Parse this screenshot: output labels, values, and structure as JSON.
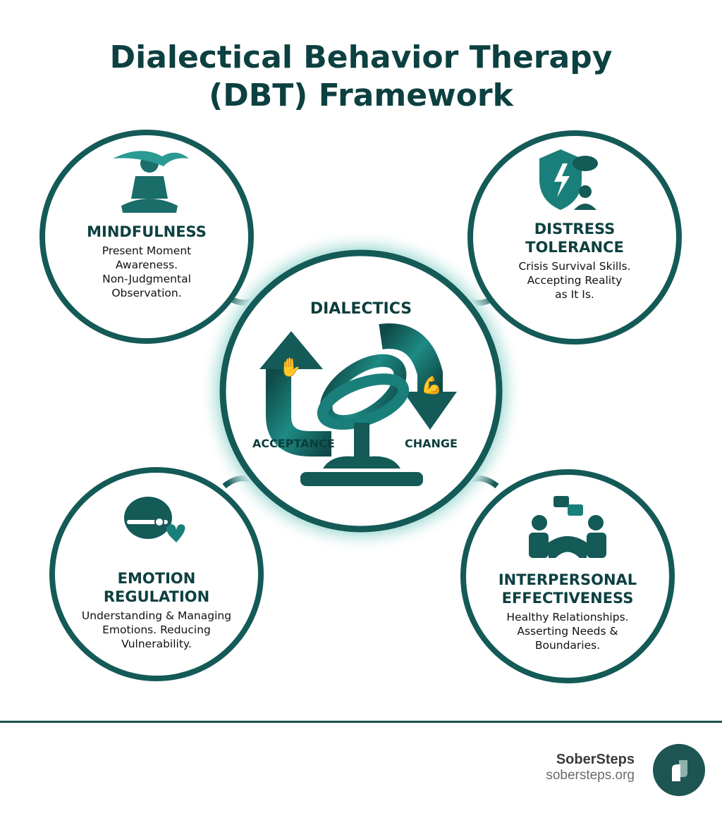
{
  "title": {
    "line1": "Dialectical Behavior Therapy",
    "line2": "(DBT) Framework"
  },
  "center": {
    "heading": "DIALECTICS",
    "left_label": "ACCEPTANCE",
    "right_label": "CHANGE",
    "icons": [
      "raised-hand-icon",
      "flexed-arm-icon",
      "linked-rings-icon",
      "balance-stand-icon"
    ]
  },
  "nodes": [
    {
      "heading": "MINDFULNESS",
      "desc": [
        "Present Moment",
        "Awareness.",
        "Non-Judgmental",
        "Observation."
      ],
      "icon": "meditation-icon"
    },
    {
      "heading": [
        "DISTRESS",
        "TOLERANCE"
      ],
      "desc": [
        "Crisis Survival Skills.",
        "Accepting Reality",
        "as It Is."
      ],
      "icon": "shield-storm-icon"
    },
    {
      "heading": [
        "EMOTION",
        "REGULATION"
      ],
      "desc": [
        "Understanding & Managing",
        "Emotions. Reducing",
        "Vulnerability."
      ],
      "icon": "brain-slider-heart-icon"
    },
    {
      "heading": [
        "INTERPERSONAL",
        "EFFECTIVENESS"
      ],
      "desc": [
        "Healthy Relationships.",
        "Asserting Needs &",
        "Boundaries."
      ],
      "icon": "people-bridge-icon"
    }
  ],
  "footer": {
    "brand": "SoberSteps",
    "url": "sobersteps.org"
  },
  "colors": {
    "dark": "#0d4040",
    "teal": "#1a7f7a",
    "ring": "#145a57"
  }
}
